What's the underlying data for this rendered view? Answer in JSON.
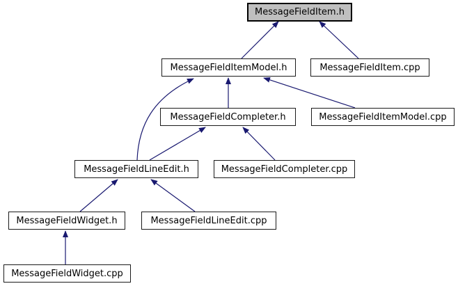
{
  "diagram": {
    "kind": "include-dependency-graph",
    "colors": {
      "edge": "#191970",
      "node_border": "#000000",
      "node_fill": "#ffffff",
      "highlight_fill": "#bfbfbf",
      "background": "#ffffff",
      "text": "#000000"
    },
    "nodes": {
      "item_h": {
        "label": "MessageFieldItem.h",
        "highlighted": true
      },
      "itemmodel_h": {
        "label": "MessageFieldItemModel.h"
      },
      "item_cpp": {
        "label": "MessageFieldItem.cpp"
      },
      "completer_h": {
        "label": "MessageFieldCompleter.h"
      },
      "itemmodel_cpp": {
        "label": "MessageFieldItemModel.cpp"
      },
      "lineedit_h": {
        "label": "MessageFieldLineEdit.h"
      },
      "completer_cpp": {
        "label": "MessageFieldCompleter.cpp"
      },
      "widget_h": {
        "label": "MessageFieldWidget.h"
      },
      "lineedit_cpp": {
        "label": "MessageFieldLineEdit.cpp"
      },
      "widget_cpp": {
        "label": "MessageFieldWidget.cpp"
      }
    },
    "edges": [
      {
        "from": "MessageFieldItemModel.h",
        "to": "MessageFieldItem.h"
      },
      {
        "from": "MessageFieldItem.cpp",
        "to": "MessageFieldItem.h"
      },
      {
        "from": "MessageFieldCompleter.h",
        "to": "MessageFieldItemModel.h"
      },
      {
        "from": "MessageFieldLineEdit.h",
        "to": "MessageFieldItemModel.h"
      },
      {
        "from": "MessageFieldItemModel.cpp",
        "to": "MessageFieldItemModel.h"
      },
      {
        "from": "MessageFieldLineEdit.h",
        "to": "MessageFieldCompleter.h"
      },
      {
        "from": "MessageFieldCompleter.cpp",
        "to": "MessageFieldCompleter.h"
      },
      {
        "from": "MessageFieldWidget.h",
        "to": "MessageFieldLineEdit.h"
      },
      {
        "from": "MessageFieldLineEdit.cpp",
        "to": "MessageFieldLineEdit.h"
      },
      {
        "from": "MessageFieldWidget.cpp",
        "to": "MessageFieldWidget.h"
      }
    ]
  }
}
